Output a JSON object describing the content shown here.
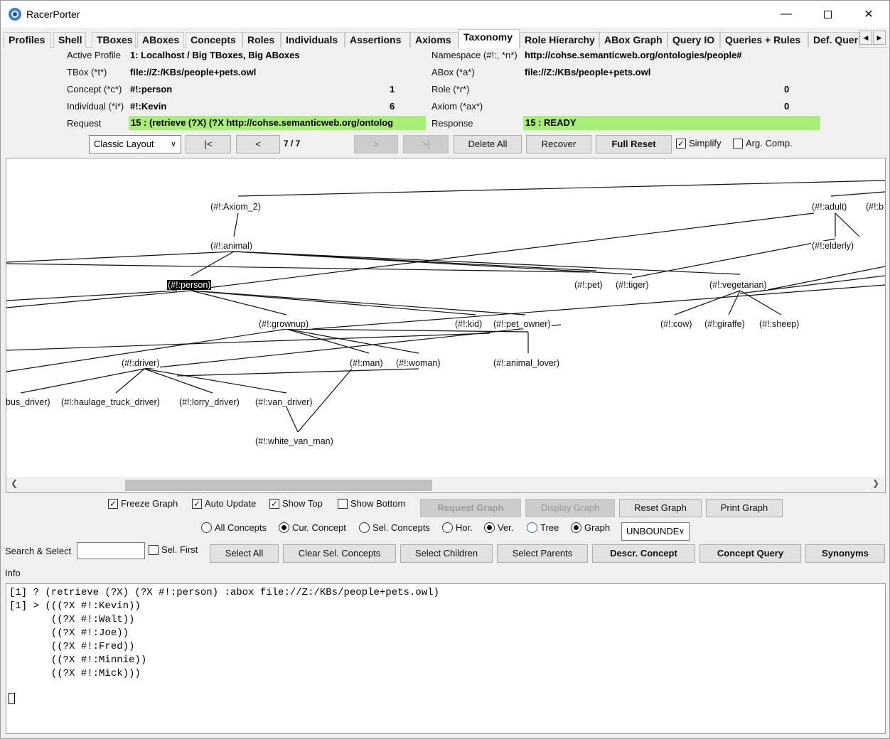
{
  "window": {
    "title": "RacerPorter"
  },
  "tabs": [
    "Profiles",
    "Shell",
    "TBoxes",
    "ABoxes",
    "Concepts",
    "Roles",
    "Individuals",
    "Assertions",
    "Axioms",
    "Taxonomy",
    "Role Hierarchy",
    "ABox Graph",
    "Query IO",
    "Queries + Rules",
    "Def. Quer"
  ],
  "active_tab": "Taxonomy",
  "status": {
    "active_profile_label": "Active Profile",
    "active_profile": "1: Localhost / Big TBoxes, Big ABoxes",
    "namespace_label": "Namespace (#!:, *n*)",
    "namespace": "http://cohse.semanticweb.org/ontologies/people#",
    "tbox_label": "TBox (*t*)",
    "tbox": "file://Z:/KBs/people+pets.owl",
    "abox_label": "ABox (*a*)",
    "abox": "file://Z:/KBs/people+pets.owl",
    "concept_label": "Concept (*c*)",
    "concept": "#!:person",
    "concept_count": "1",
    "role_label": "Role (*r*)",
    "role_count": "0",
    "individual_label": "Individual (*i*)",
    "individual": "#!:Kevin",
    "individual_count": "6",
    "axiom_label": "Axiom (*ax*)",
    "axiom_count": "0",
    "request_label": "Request",
    "request": "15 : (retrieve (?X) (?X http://cohse.semanticweb.org/ontolog",
    "response_label": "Response",
    "response": "15 : READY"
  },
  "toolbar": {
    "layout": "Classic Layout",
    "first": "|<",
    "prev": "<",
    "position": "7 / 7",
    "next": ">",
    "last": ">|",
    "delete_all": "Delete All",
    "recover": "Recover",
    "full_reset": "Full Reset",
    "simplify": "Simplify",
    "simplify_checked": true,
    "arg_comp": "Arg. Comp.",
    "arg_comp_checked": false
  },
  "graph": {
    "nodes": {
      "axiom2": "(#!:Axiom_2)",
      "adult": "(#!:adult)",
      "b": "(#!:b",
      "animal": "(#!:animal)",
      "elderly": "(#!:elderly)",
      "person": "(#!:person)",
      "pet": "(#!:pet)",
      "tiger": "(#!:tiger)",
      "vegetarian": "(#!:vegetarian)",
      "grownup": "(#!:grownup)",
      "kid": "(#!:kid)",
      "pet_owner": "(#!:pet_owner)",
      "cow": "(#!:cow)",
      "giraffe": "(#!:giraffe)",
      "sheep": "(#!:sheep)",
      "driver": "(#!:driver)",
      "man": "(#!:man)",
      "woman": "(#!:woman)",
      "animal_lover": "(#!:animal_lover)",
      "bus_driver": "bus_driver)",
      "haulage_truck_driver": "(#!:haulage_truck_driver)",
      "lorry_driver": "(#!:lorry_driver)",
      "van_driver": "(#!:van_driver)",
      "white_van_man": "(#!:white_van_man)"
    },
    "selected": "person"
  },
  "graph_options": {
    "freeze_graph": "Freeze Graph",
    "freeze_checked": true,
    "auto_update": "Auto Update",
    "auto_checked": true,
    "show_top": "Show Top",
    "show_top_checked": true,
    "show_bottom": "Show Bottom",
    "show_bottom_checked": false,
    "request_graph": "Request Graph",
    "display_graph": "Display Graph",
    "reset_graph": "Reset Graph",
    "print_graph": "Print Graph",
    "all_concepts": "All Concepts",
    "cur_concept": "Cur. Concept",
    "sel_concepts": "Sel. Concepts",
    "hor": "Hor.",
    "ver": "Ver.",
    "tree": "Tree",
    "graph": "Graph",
    "depth": "UNBOUNDE"
  },
  "search": {
    "label": "Search & Select",
    "value": "",
    "sel_first": "Sel. First",
    "select_all": "Select All",
    "clear_sel": "Clear Sel. Concepts",
    "select_children": "Select Children",
    "select_parents": "Select Parents",
    "descr_concept": "Descr. Concept",
    "concept_query": "Concept Query",
    "synonyms": "Synonyms"
  },
  "info": {
    "label": "Info",
    "lines": [
      "[1] ? (retrieve (?X) (?X #!:person) :abox file://Z:/KBs/people+pets.owl)",
      "[1] > (((?X #!:Kevin))",
      "       ((?X #!:Walt))",
      "       ((?X #!:Joe))",
      "       ((?X #!:Fred))",
      "       ((?X #!:Minnie))",
      "       ((?X #!:Mick)))"
    ]
  }
}
